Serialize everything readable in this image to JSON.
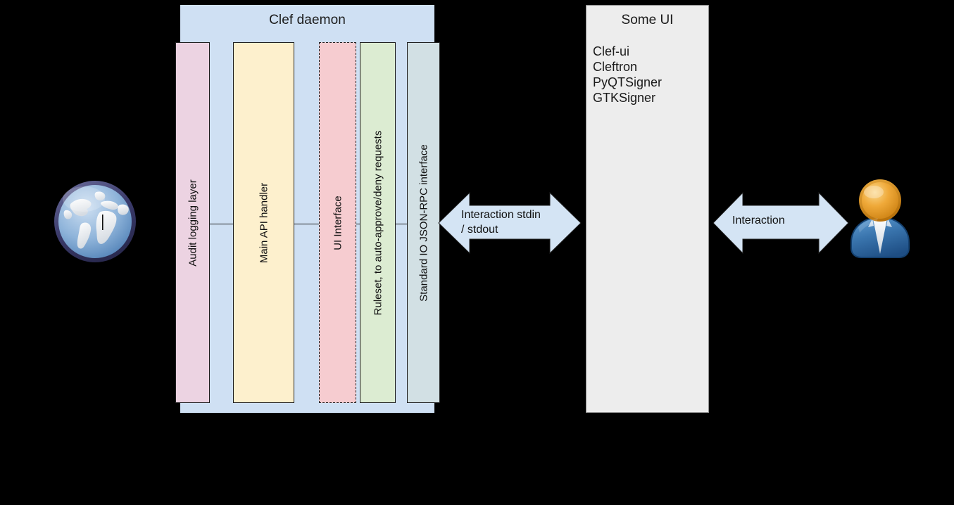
{
  "daemon": {
    "title": "Clef daemon",
    "columns": [
      {
        "name": "audit-logging-layer",
        "label": "Audit logging layer",
        "color": "#ecd3e2"
      },
      {
        "name": "main-api-handler",
        "label": "Main API handler",
        "color": "#fdf0cd"
      },
      {
        "name": "ui-interface",
        "label": "UI Interface",
        "color": "#f6ccd0"
      },
      {
        "name": "ruleset",
        "label": "Ruleset, to auto-approve/deny requests",
        "color": "#dcecd2"
      },
      {
        "name": "standard-io",
        "label": "Standard IO JSON-RPC interface",
        "color": "#d2e0e4"
      }
    ],
    "background": "#cfe0f3"
  },
  "some_ui": {
    "title": "Some UI",
    "items": [
      "Clef-ui",
      "Cleftron",
      "PyQTSigner",
      "GTKSigner"
    ],
    "background": "#ededed"
  },
  "arrows": [
    {
      "name": "stdio-arrow",
      "label_line1": "Interaction stdin",
      "label_line2": "/ stdout",
      "color": "#d4e4f4"
    },
    {
      "name": "interaction-arrow",
      "label_line1": "Interaction",
      "label_line2": "",
      "color": "#d4e4f4"
    }
  ],
  "icons": {
    "globe": "globe-icon",
    "user": "user-icon"
  }
}
